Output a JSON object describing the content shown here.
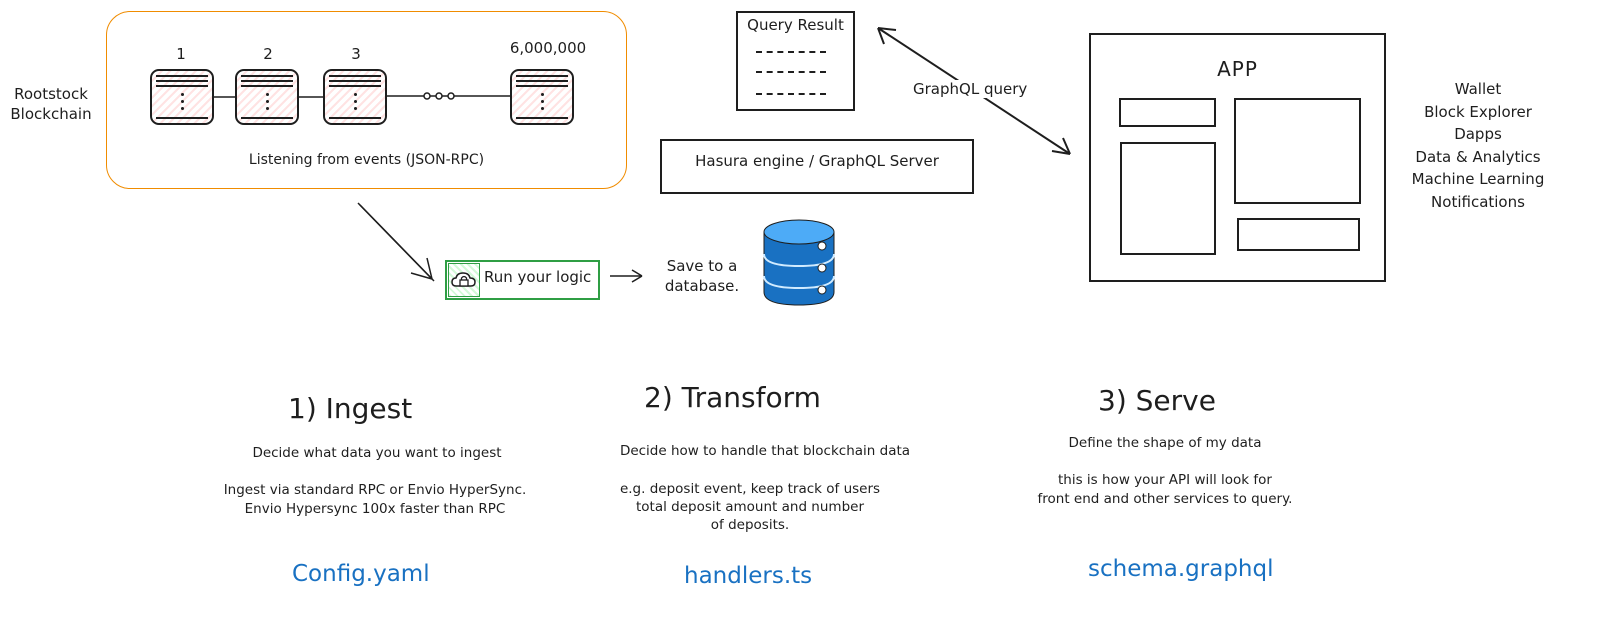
{
  "ingestion": {
    "network_label": "Rootstock Blockchain",
    "block_numbers": [
      "1",
      "2",
      "3",
      "6,000,000"
    ],
    "listening_caption": "Listening from events (JSON-RPC)"
  },
  "query_result": {
    "title": "Query Result"
  },
  "graphql_server": {
    "label": "Hasura engine / GraphQL Server"
  },
  "graphql_query_label": "GraphQL query",
  "app": {
    "title": "APP"
  },
  "use_cases": [
    "Wallet",
    "Block Explorer",
    "Dapps",
    "Data & Analytics",
    "Machine Learning",
    "Notifications"
  ],
  "logic": {
    "label": "Run your logic"
  },
  "save": {
    "line1": "Save to a",
    "line2": "database."
  },
  "steps": [
    {
      "title": "1) Ingest",
      "line1": "Decide what data you want to ingest",
      "line2": "Ingest via standard RPC or Envio HyperSync.",
      "line3": "Envio Hypersync 100x faster than RPC",
      "file": "Config.yaml"
    },
    {
      "title": "2) Transform",
      "line1": "Decide how to handle that blockchain data",
      "line2": "e.g. deposit event, keep track of users",
      "line3": "total deposit amount and number",
      "line4": "of deposits.",
      "file": "handlers.ts"
    },
    {
      "title": "3) Serve",
      "line1": "Define the shape of my data",
      "line2": "this is how your API will look for",
      "line3": "front end and other services to query.",
      "file": "schema.graphql"
    }
  ],
  "colors": {
    "ink": "#1e1e1e",
    "chain_border": "#f08c00",
    "block_fill": "#ffe3e3",
    "logic_border": "#2f9e44",
    "database_blue": "#1971c2",
    "link_blue": "#1971c2"
  },
  "icons": [
    "cloud-lock-icon",
    "database-icon"
  ]
}
